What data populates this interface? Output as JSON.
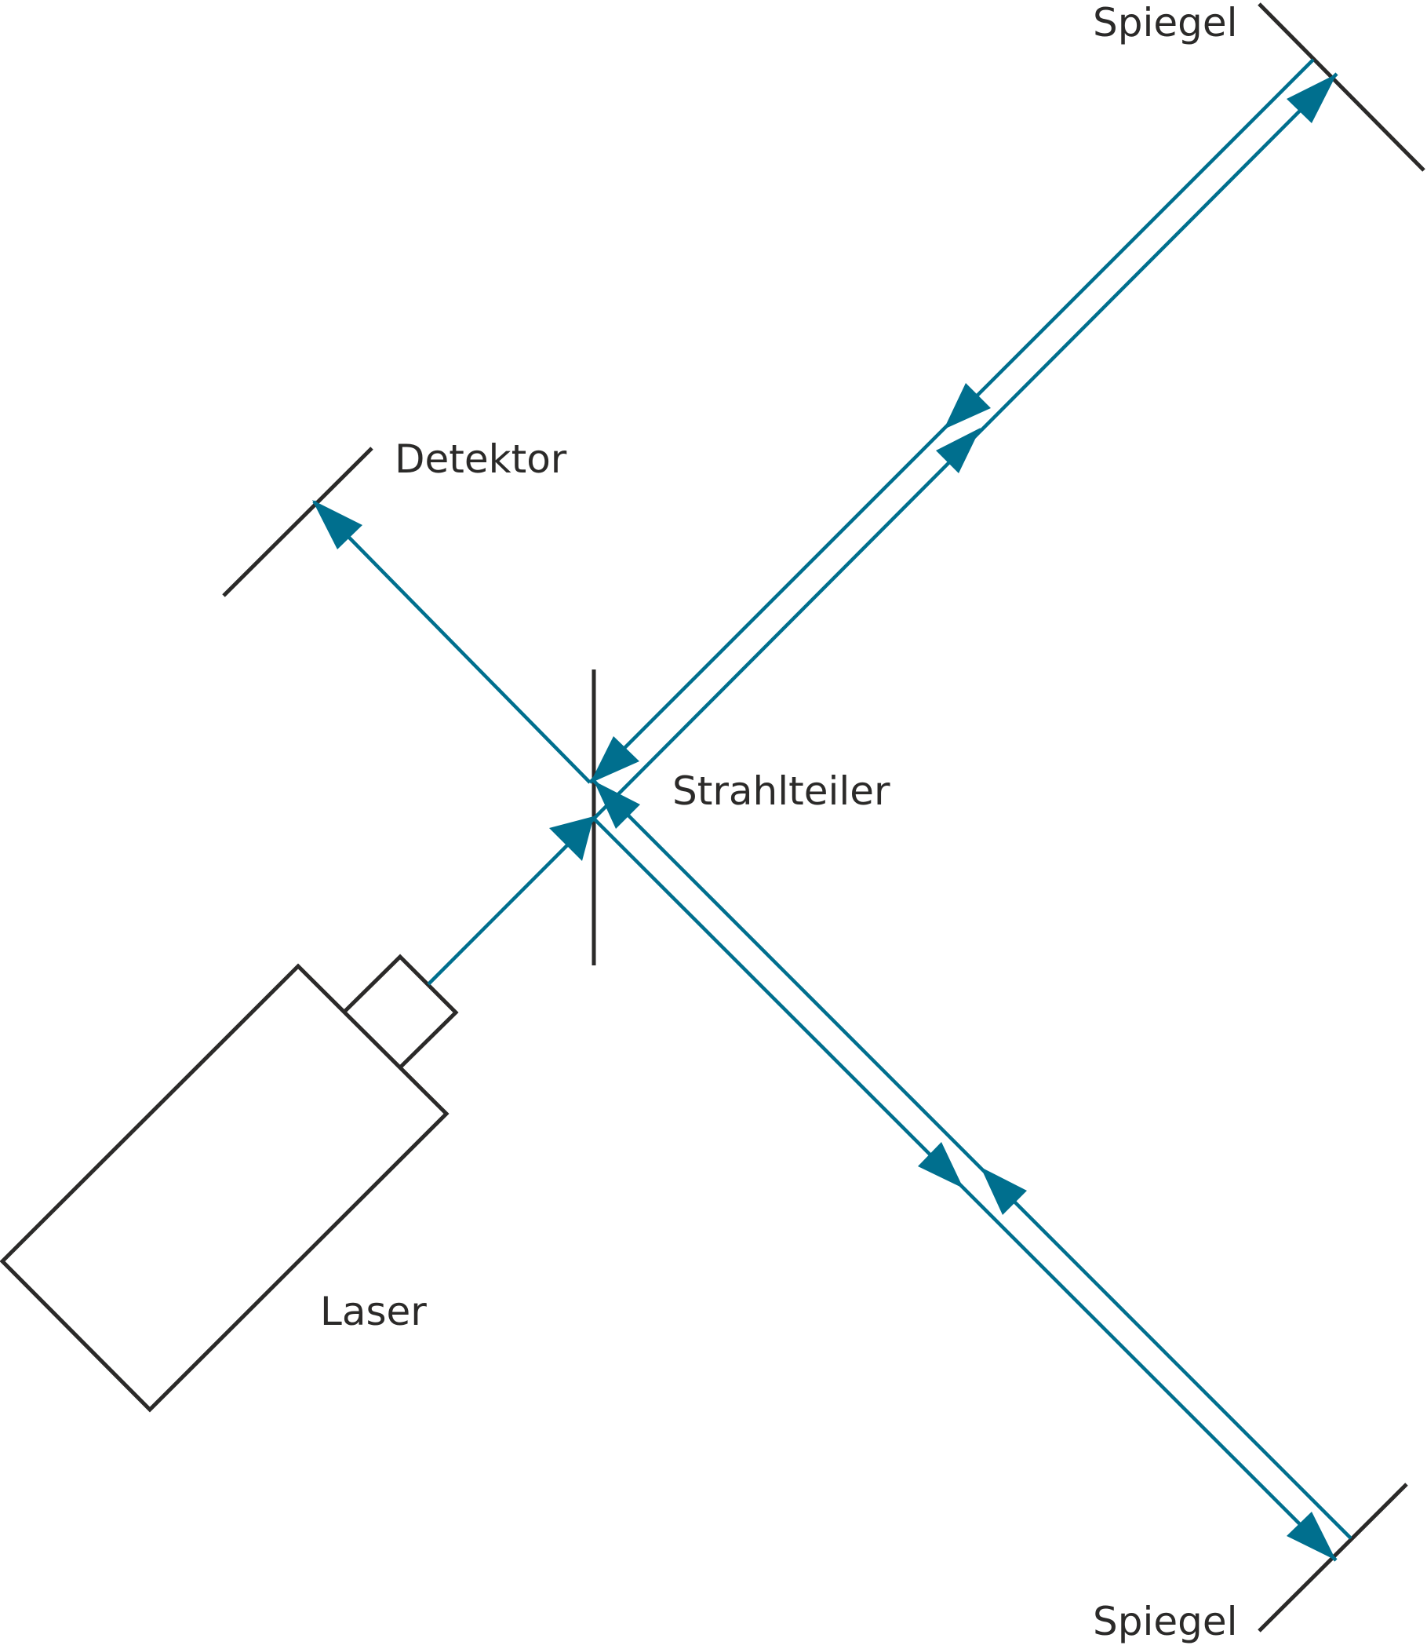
{
  "diagram": {
    "type": "Michelson interferometer schematic",
    "labels": {
      "mirror_top": "Spiegel",
      "mirror_bottom": "Spiegel",
      "detector": "Detektor",
      "beam_splitter": "Strahlteiler",
      "laser": "Laser"
    },
    "colors": {
      "beam": "#006f8e",
      "component": "#2b2a29",
      "background": "#ffffff"
    },
    "components": [
      "laser",
      "beam-splitter",
      "mirror-top",
      "mirror-bottom",
      "detector"
    ],
    "beams": [
      {
        "name": "laser-to-splitter",
        "from": "laser",
        "to": "beam-splitter"
      },
      {
        "name": "splitter-to-top-mirror",
        "from": "beam-splitter",
        "to": "mirror-top"
      },
      {
        "name": "top-mirror-to-splitter",
        "from": "mirror-top",
        "to": "beam-splitter"
      },
      {
        "name": "splitter-to-bottom-mirror",
        "from": "beam-splitter",
        "to": "mirror-bottom"
      },
      {
        "name": "bottom-mirror-to-splitter",
        "from": "mirror-bottom",
        "to": "beam-splitter"
      },
      {
        "name": "splitter-to-detector",
        "from": "beam-splitter",
        "to": "detector"
      }
    ]
  }
}
